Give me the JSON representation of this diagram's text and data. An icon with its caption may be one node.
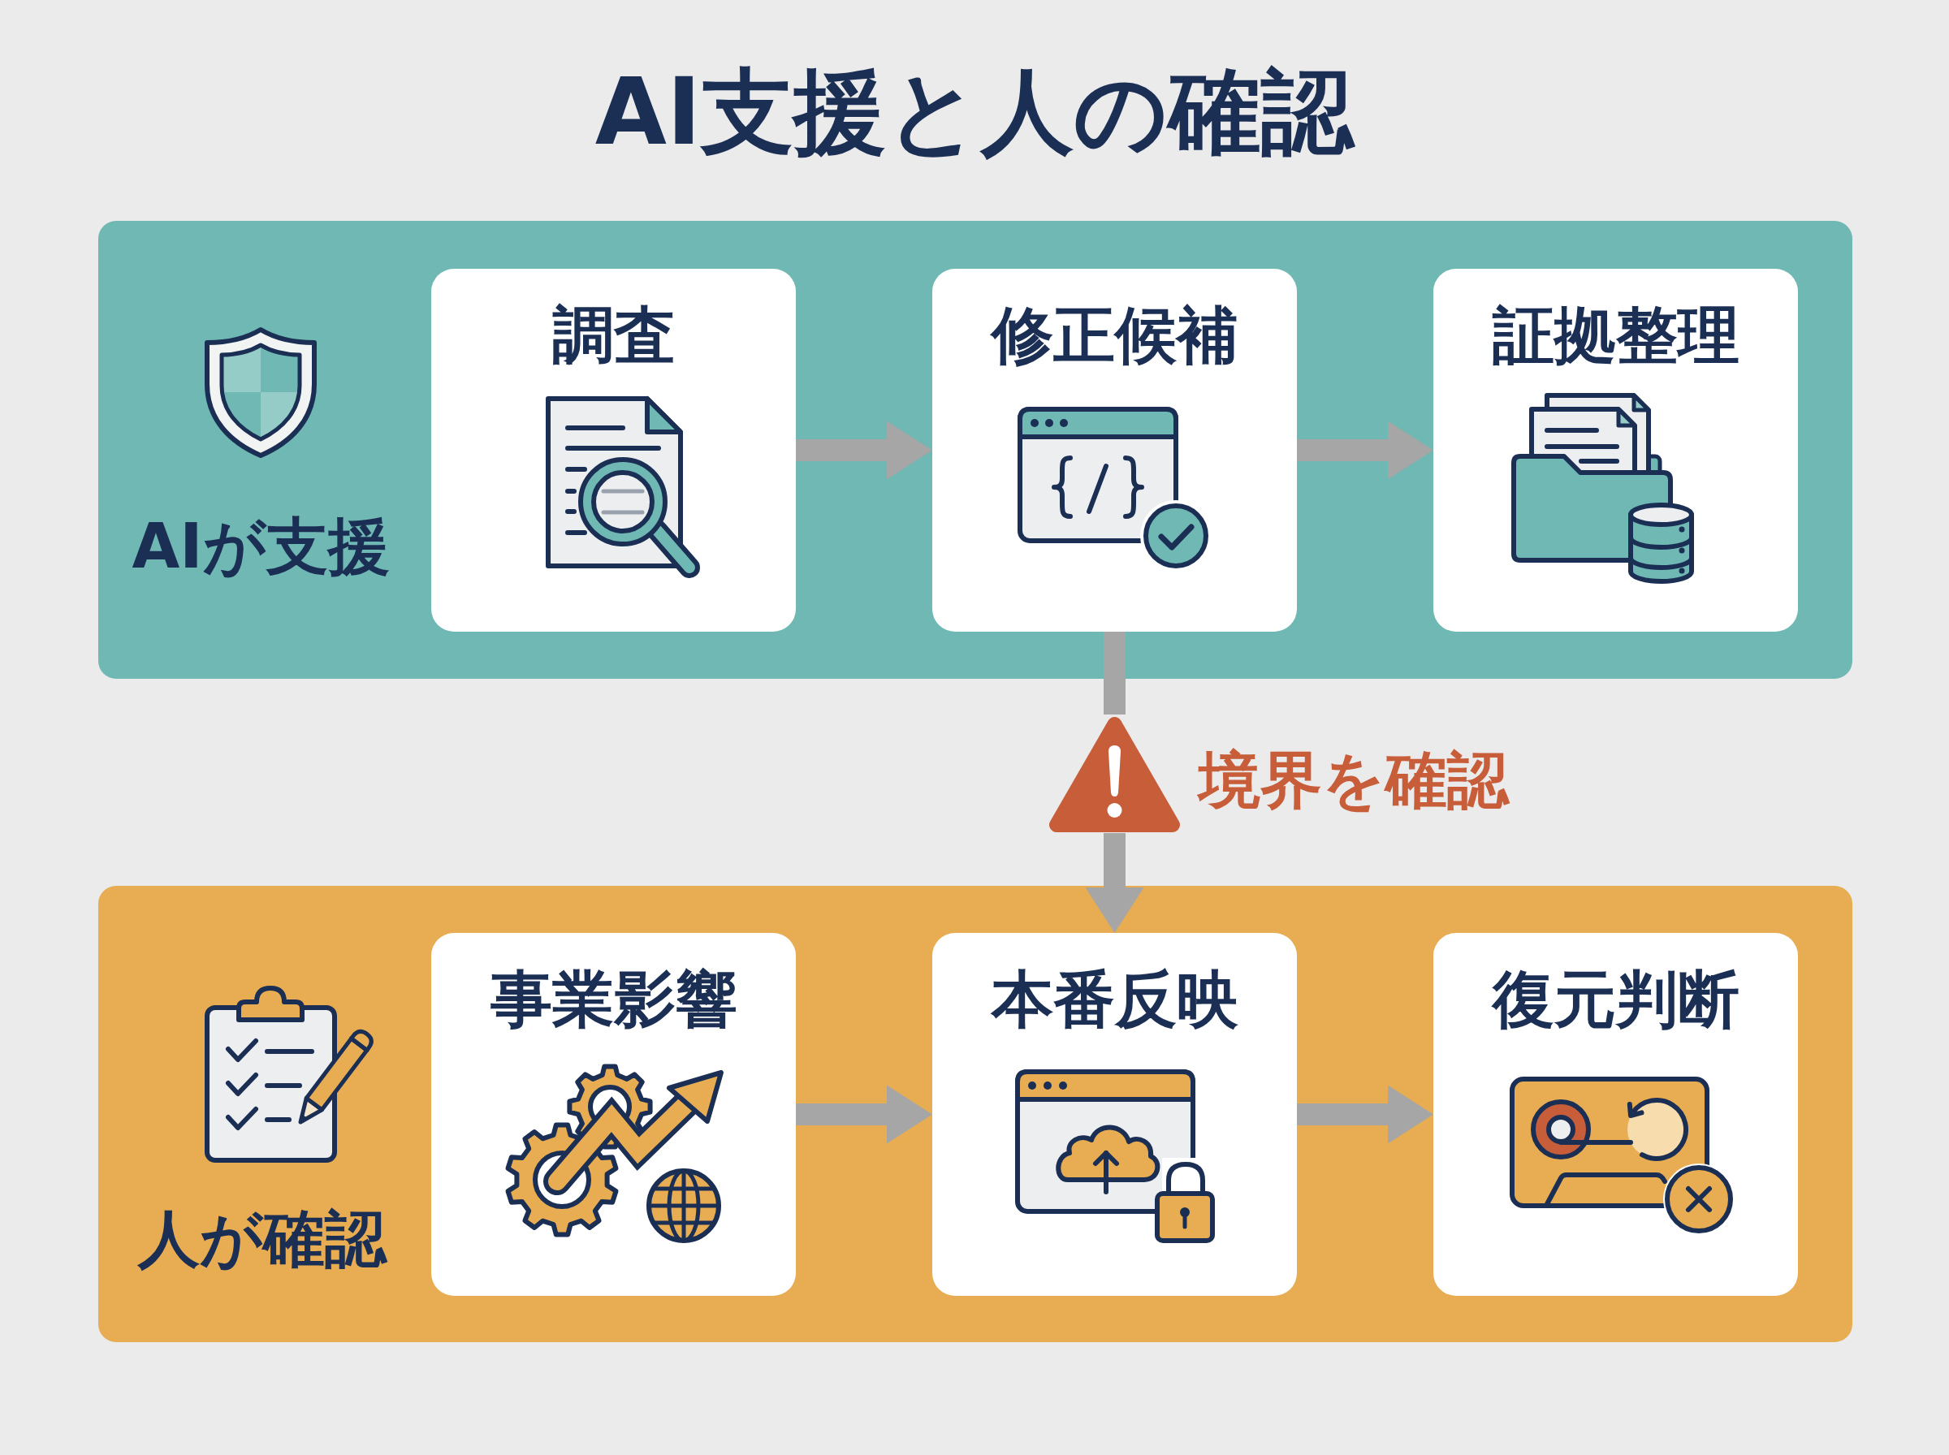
{
  "diagram": {
    "title": "AI支援と人の確認",
    "nodes": [
      {
        "text": [
          "AIが支援"
        ]
      },
      {
        "text": [
          "調査"
        ],
        "in": 0
      },
      {
        "text": [
          "修正候補"
        ],
        "in": 0
      },
      {
        "text": [
          "証拠整理"
        ],
        "in": 0
      },
      {
        "text": [],
        "shape": "triangle",
        "beside": [
          "境界を確認"
        ]
      },
      {
        "text": [
          "人が確認"
        ]
      },
      {
        "text": [
          "事業影響"
        ],
        "in": 5
      },
      {
        "text": [
          "本番反映"
        ],
        "in": 5
      },
      {
        "text": [
          "復元判断"
        ],
        "in": 5
      }
    ],
    "edges": [
      {
        "from": 1,
        "to": 2,
        "arrow": "to"
      },
      {
        "from": 2,
        "to": 3,
        "arrow": "to"
      },
      {
        "from": 2,
        "to": 4,
        "arrow": "none"
      },
      {
        "from": 4,
        "to": 7,
        "arrow": "to"
      },
      {
        "from": 6,
        "to": 7,
        "arrow": "to"
      },
      {
        "from": 7,
        "to": 8,
        "arrow": "to"
      }
    ]
  }
}
